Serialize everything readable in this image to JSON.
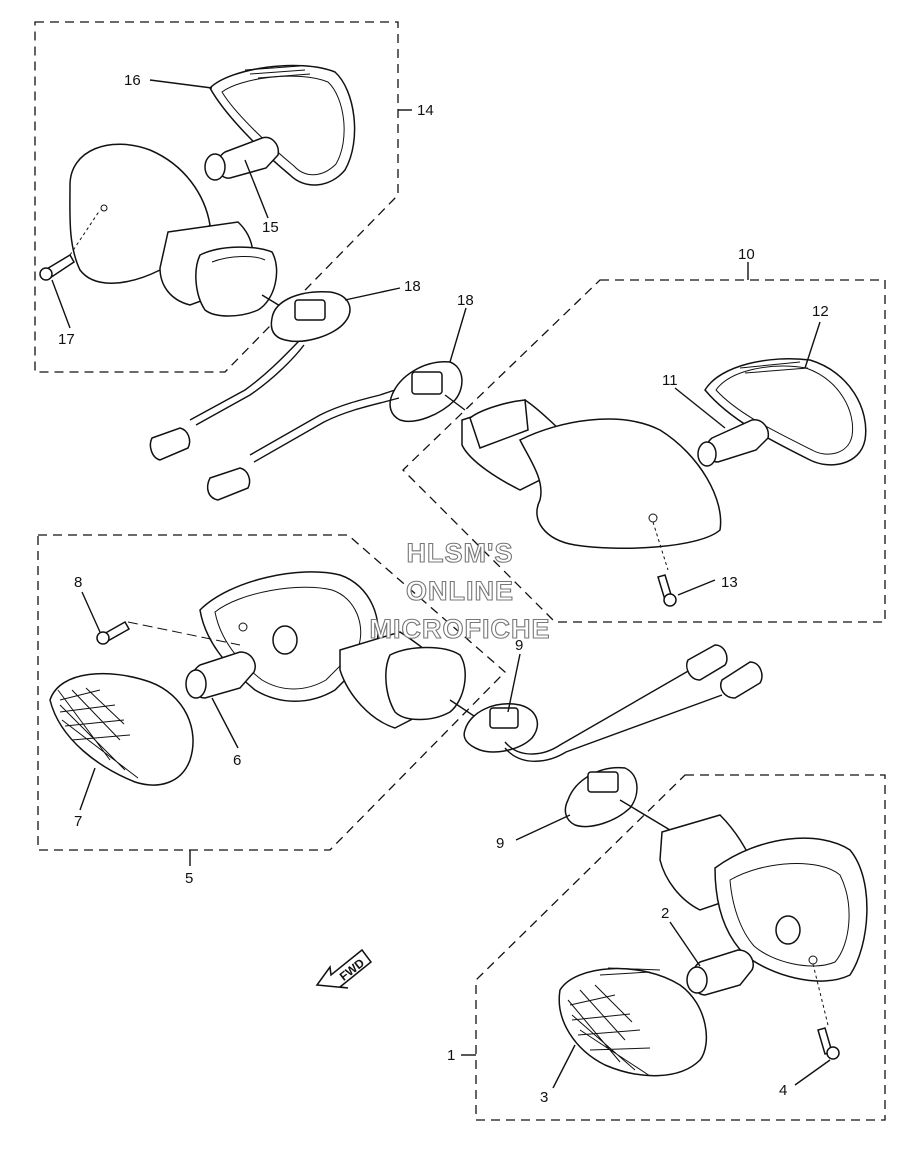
{
  "watermark": {
    "line1": "HLSM'S",
    "line2": "ONLINE",
    "line3": "MICROFICHE"
  },
  "direction_arrow": {
    "text": "FWD"
  },
  "callouts": {
    "c1": "1",
    "c2": "2",
    "c3": "3",
    "c4": "4",
    "c5": "5",
    "c6": "6",
    "c7": "7",
    "c8": "8",
    "c9a": "9",
    "c9b": "9",
    "c10": "10",
    "c11": "11",
    "c12": "12",
    "c13": "13",
    "c14": "14",
    "c15": "15",
    "c16": "16",
    "c17": "17",
    "c18a": "18",
    "c18b": "18"
  },
  "colors": {
    "line": "#111111",
    "background": "#ffffff",
    "watermark_outline": "#777777"
  }
}
